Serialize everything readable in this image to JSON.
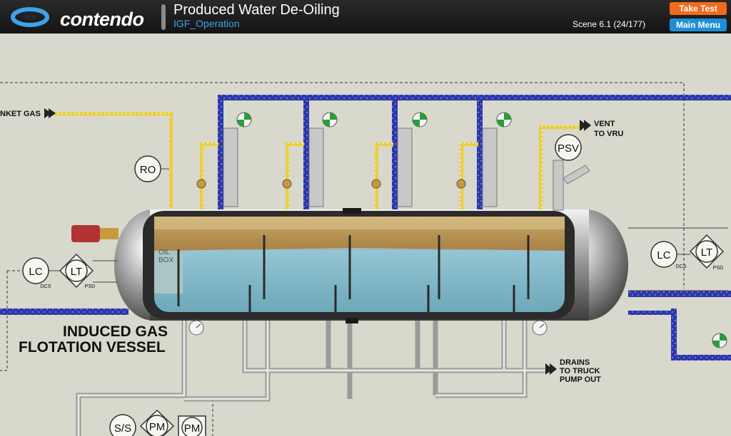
{
  "header": {
    "logo_text": "contendo",
    "title": "Produced Water De-Oiling",
    "subtitle": "IGF_Operation",
    "scene": "Scene 6.1 (24/177)",
    "take_test_label": "Take Test",
    "main_menu_label": "Main Menu"
  },
  "diagram": {
    "labels": {
      "blanket_gas": "NKET GAS",
      "vent_line1": "VENT",
      "vent_line2": "TO VRU",
      "drains_line1": "DRAINS",
      "drains_line2": "TO TRUCK",
      "drains_line3": "PUMP OUT",
      "vessel_line1": "INDUCED GAS",
      "vessel_line2": "FLOTATION VESSEL",
      "oil_box_line1": "OIL",
      "oil_box_line2": "BOX"
    },
    "instruments": {
      "ro": "RO",
      "psv": "PSV",
      "lc_left": "LC",
      "lt_left": "LT",
      "lc_right": "LC",
      "lt_right": "LT",
      "ss": "S/S",
      "pm1": "PM",
      "pm2": "PM",
      "dcs_left": "DCS",
      "psd_left": "PSD",
      "dcs_right": "DCS",
      "psd_right": "PSD"
    },
    "colors": {
      "gas_pipe": "#e8d040",
      "water_pipe": "#2b37a8",
      "process_pipe": "#c9cac8",
      "vessel_water": "#8fc3d2",
      "vessel_oil": "#b89354",
      "background": "#d8d8cc"
    }
  }
}
